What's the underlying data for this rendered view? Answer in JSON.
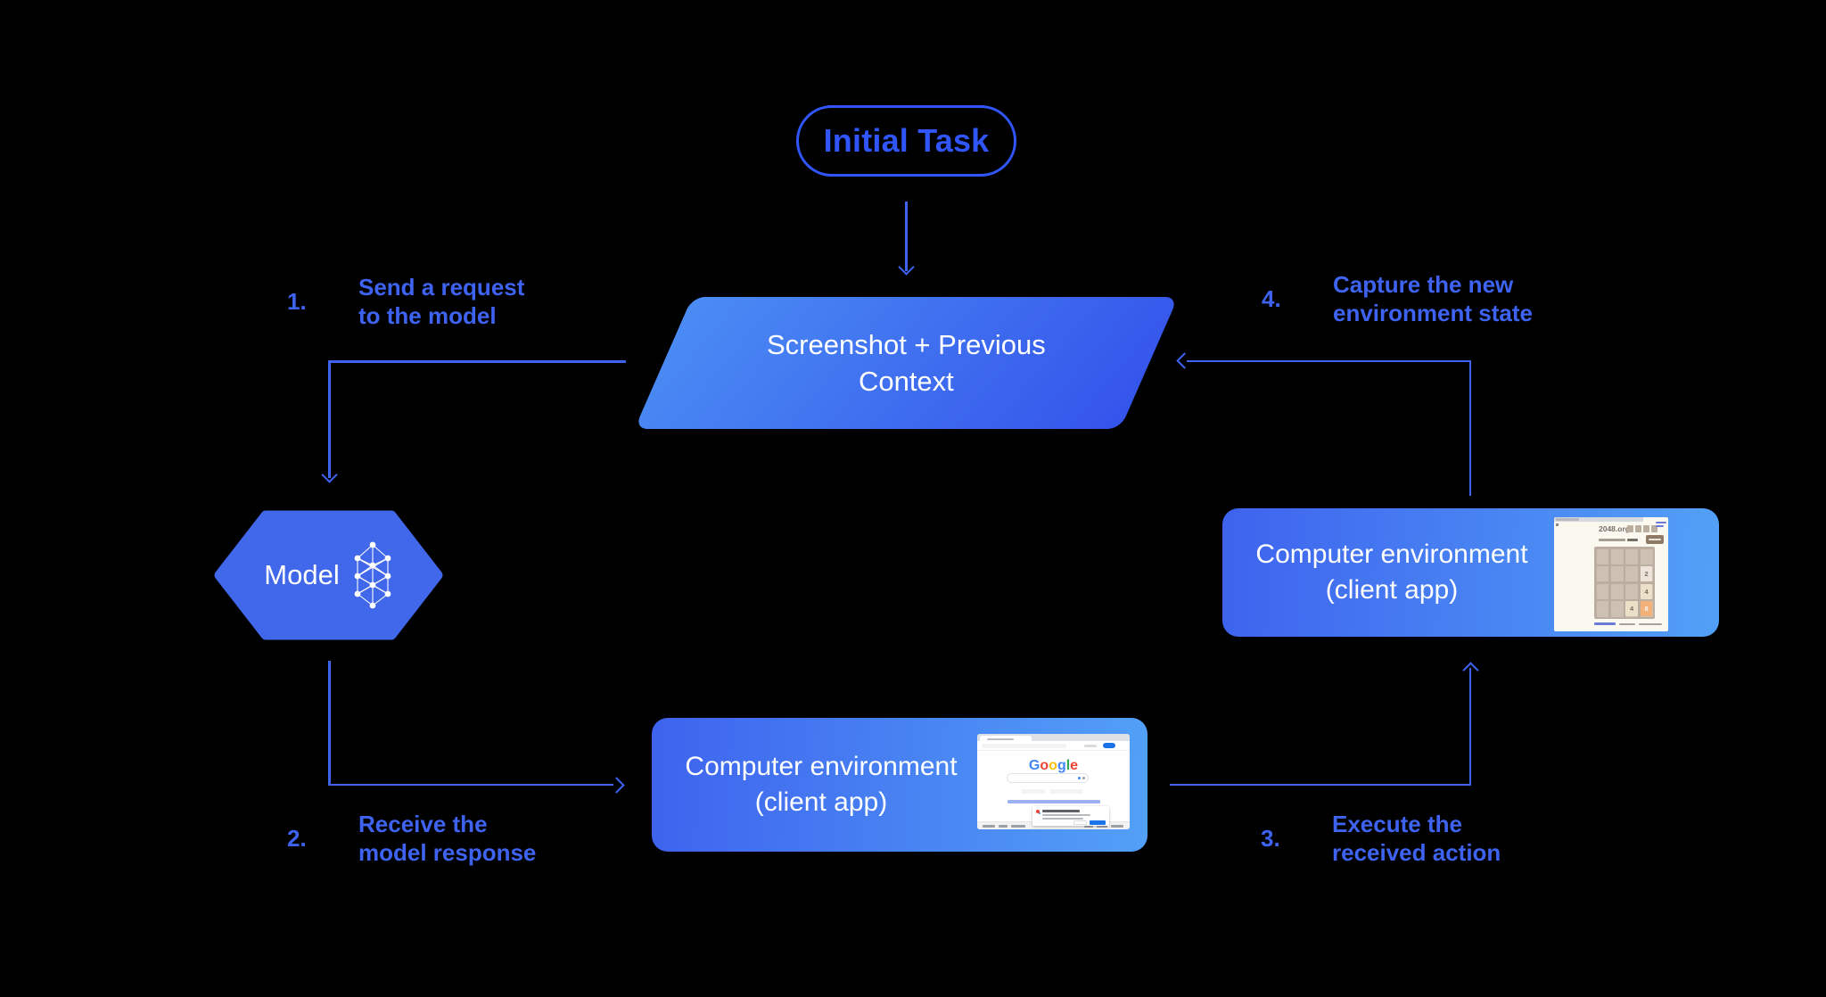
{
  "colors": {
    "bg": "#000000",
    "accent": "#3E63F1",
    "pill": "#2F55FB",
    "para_from": "#4B8CF4",
    "para_to": "#3454EB",
    "box_from": "#3E63EE",
    "box_to": "#52A0F7",
    "hex": "#4167EA",
    "chrome": "#dee1e6",
    "gbtn": "#1a73e8",
    "board": "#bbada0",
    "cell": "#cdc1b4",
    "tile2": "#eee4da",
    "tile4": "#ede0c8",
    "tile8": "#f2b179",
    "brown": "#776e65",
    "button": "#8f7a66",
    "link": "#6a7bd8"
  },
  "nodes": {
    "initial_task": "Initial Task",
    "screenshot_line1": "Screenshot + Previous",
    "screenshot_line2": "Context",
    "model_label": "Model",
    "env_bottom_line1": "Computer environment",
    "env_bottom_line2": "(client app)",
    "env_right_line1": "Computer environment",
    "env_right_line2": "(client app)"
  },
  "steps": [
    {
      "num": "1.",
      "line1": "Send a request",
      "line2": "to the model"
    },
    {
      "num": "2.",
      "line1": "Receive the",
      "line2": "model response"
    },
    {
      "num": "3.",
      "line1": "Execute the",
      "line2": "received action"
    },
    {
      "num": "4.",
      "line1": "Capture the new",
      "line2": "environment state"
    }
  ],
  "google_thumb": {
    "logo_letters": [
      {
        "ch": "G",
        "color": "#4285F4"
      },
      {
        "ch": "o",
        "color": "#EA4335"
      },
      {
        "ch": "o",
        "color": "#FBBC05"
      },
      {
        "ch": "g",
        "color": "#4285F4"
      },
      {
        "ch": "l",
        "color": "#34A853"
      },
      {
        "ch": "e",
        "color": "#EA4335"
      }
    ]
  },
  "game_thumb": {
    "title": "2048.org",
    "tiles": [
      {
        "row": 2,
        "col": 4,
        "value": "2"
      },
      {
        "row": 3,
        "col": 4,
        "value": "4"
      },
      {
        "row": 4,
        "col": 3,
        "value": "4"
      },
      {
        "row": 4,
        "col": 4,
        "value": "8"
      }
    ]
  }
}
